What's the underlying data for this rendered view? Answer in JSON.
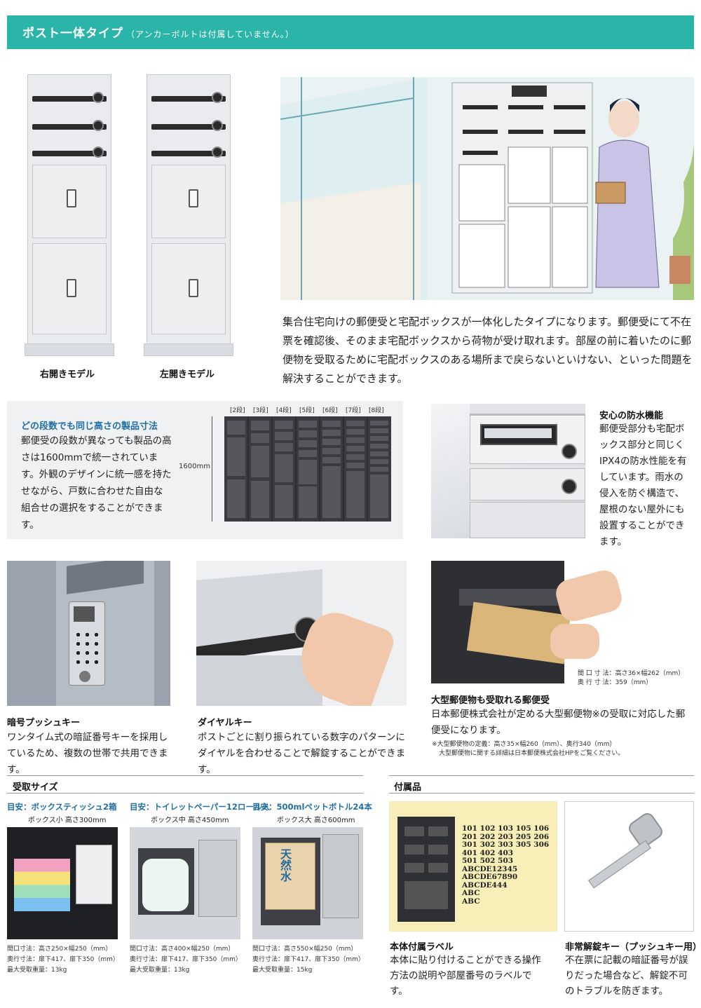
{
  "header": {
    "title": "ポスト一体タイプ",
    "note": "（アンカーボルトは付属していません。）"
  },
  "models": {
    "right": "右開きモデル",
    "left": "左開きモデル"
  },
  "intro_text": "集合住宅向けの郵便受と宅配ボックスが一体化したタイプになります。郵便受にて不在票を確認後、そのまま宅配ボックスから荷物が受け取れます。部屋の前に着いたのに郵便物を受取るために宅配ボックスのある場所まで戻らないといけない、といった問題を解決することができます。",
  "height_feature": {
    "heading": "どの段数でも同じ高さの製品寸法",
    "text": "郵便受の段数が異なっても製品の高さは1600mmで統一されています。外観のデザインに統一感を持たせながら、戸数に合わせた自由な組合せの選択をすることができます。",
    "height_label": "1600mm",
    "columns": [
      "[2段]",
      "[3段]",
      "[4段]",
      "[5段]",
      "[6段]",
      "[7段]",
      "[8段]"
    ]
  },
  "waterproof": {
    "heading": "安心の防水機能",
    "text": "郵便受部分も宅配ボックス部分と同じくIPX4の防水性能を有しています。雨水の侵入を防ぐ構造で、屋根のない屋外にも設置することができます。"
  },
  "push_key": {
    "heading": "暗号プッシュキー",
    "text": "ワンタイム式の暗証番号キーを採用しているため、複数の世帯で共用できます。"
  },
  "dial_key": {
    "heading": "ダイヤルキー",
    "text": "ポストごとに割り振られている数字のパターンにダイヤルを合わせることで解錠することができます。"
  },
  "large_mail": {
    "dims1": "間 口 寸 法：高さ36×幅262（mm）",
    "dims2": "奥 行 寸 法：359（mm）",
    "heading": "大型郵便物も受取れる郵便受",
    "text": "日本郵便株式会社が定める大型郵便物※の受取に対応した郵便受になります。",
    "note1": "※大型郵便物の定義：高さ35×幅260（mm）、奥行340（mm）",
    "note2": "大型郵便物に関する詳細は日本郵便株式会社HPをご覧ください。"
  },
  "receive_size": {
    "title": "受取サイズ",
    "items": [
      {
        "guide": "目安：ボックスティッシュ2箱",
        "box": "ボックス小 高さ300mm",
        "d1": "間口寸法：高さ250×幅250（mm）",
        "d2": "奥行寸法：扉下417、扉下350（mm）",
        "d3": "最大受取重量：13kg"
      },
      {
        "guide": "目安：トイレットペーパー12ロール入",
        "box": "ボックス中 高さ450mm",
        "d1": "間口寸法：高さ400×幅250（mm）",
        "d2": "奥行寸法：扉下417、扉下350（mm）",
        "d3": "最大受取重量：13kg"
      },
      {
        "guide": "目安：500mlペットボトル24本",
        "box": "ボックス大 高さ600mm",
        "d1": "間口寸法：高さ550×幅250（mm）",
        "d2": "奥行寸法：扉下417、扉下350（mm）",
        "d3": "最大受取重量：15kg",
        "box_print": "天然水"
      }
    ]
  },
  "accessories": {
    "title": "付属品",
    "label_numbers": [
      "101 102 103 105 106",
      "201 202 203 205 206",
      "301 302 303 305 306",
      "401 402 403",
      "501 502 503",
      "ABCDE12345",
      "ABCDE67890",
      "ABCDE444",
      "ABC",
      "ABC"
    ],
    "label_item": {
      "heading": "本体付属ラベル",
      "text": "本体に貼り付けることができる操作方法の説明や部屋番号のラベルです。"
    },
    "key_item": {
      "heading": "非常解錠キー（プッシュキー用）",
      "text": "不在票に記載の暗証番号が誤りだった場合など、解錠不可のトラブルを防ぎます。"
    }
  },
  "colors": {
    "teal": "#2bb5a8",
    "heading_blue": "#1f6fa3",
    "panel_gray": "#f0f1f3",
    "label_bg": "#f7eeb8"
  }
}
